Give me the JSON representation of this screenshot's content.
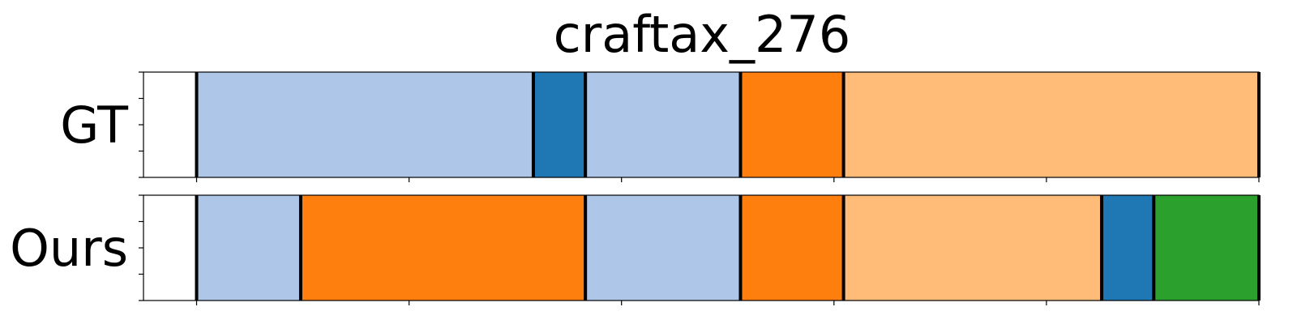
{
  "chart_data": {
    "type": "segment-timeline",
    "title": "craftax_276",
    "xlim": [
      -50,
      1000
    ],
    "grid": false,
    "legend": "none",
    "x_ticks": [
      0,
      200,
      400,
      600,
      800,
      1000
    ],
    "rows": [
      {
        "label": "GT",
        "segments": [
          {
            "start": 0,
            "end": 317,
            "color": "#aec7e8"
          },
          {
            "start": 317,
            "end": 366,
            "color": "#1f77b4"
          },
          {
            "start": 366,
            "end": 512,
            "color": "#aec7e8"
          },
          {
            "start": 512,
            "end": 609,
            "color": "#ff7f0e"
          },
          {
            "start": 609,
            "end": 1000,
            "color": "#ffbb78"
          }
        ]
      },
      {
        "label": "Ours",
        "segments": [
          {
            "start": 0,
            "end": 98,
            "color": "#aec7e8"
          },
          {
            "start": 98,
            "end": 366,
            "color": "#ff7f0e"
          },
          {
            "start": 366,
            "end": 512,
            "color": "#aec7e8"
          },
          {
            "start": 512,
            "end": 609,
            "color": "#ff7f0e"
          },
          {
            "start": 609,
            "end": 852,
            "color": "#ffbb78"
          },
          {
            "start": 852,
            "end": 901,
            "color": "#1f77b4"
          },
          {
            "start": 901,
            "end": 1000,
            "color": "#2ca02c"
          }
        ]
      }
    ]
  }
}
